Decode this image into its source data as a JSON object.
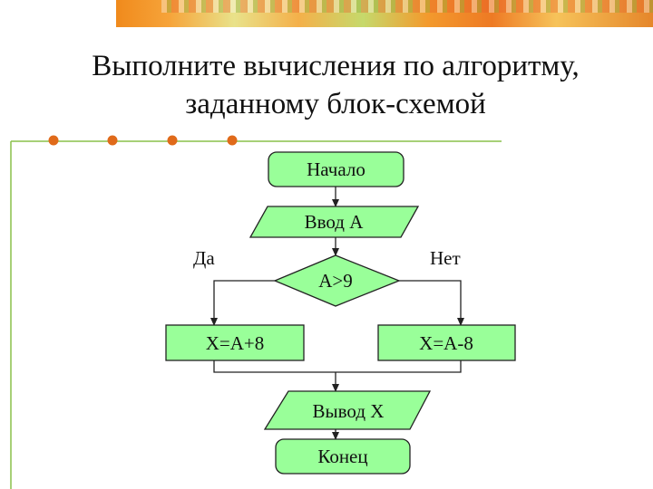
{
  "title": {
    "line1": "Выполните вычисления по алгоритму,",
    "line2": "заданному блок-схемой"
  },
  "colors": {
    "shape_fill": "#99ff99",
    "shape_stroke": "#222222",
    "divider": "#8ac04a",
    "dot": "#e06a1a",
    "banner_accent": "#f08a1c"
  },
  "flowchart": {
    "start": "Начало",
    "input": "Ввод А",
    "condition": "А>9",
    "yes_label": "Да",
    "no_label": "Нет",
    "yes_action": "Х=А+8",
    "no_action": "Х=А-8",
    "output": "Вывод Х",
    "end": "Конец"
  }
}
